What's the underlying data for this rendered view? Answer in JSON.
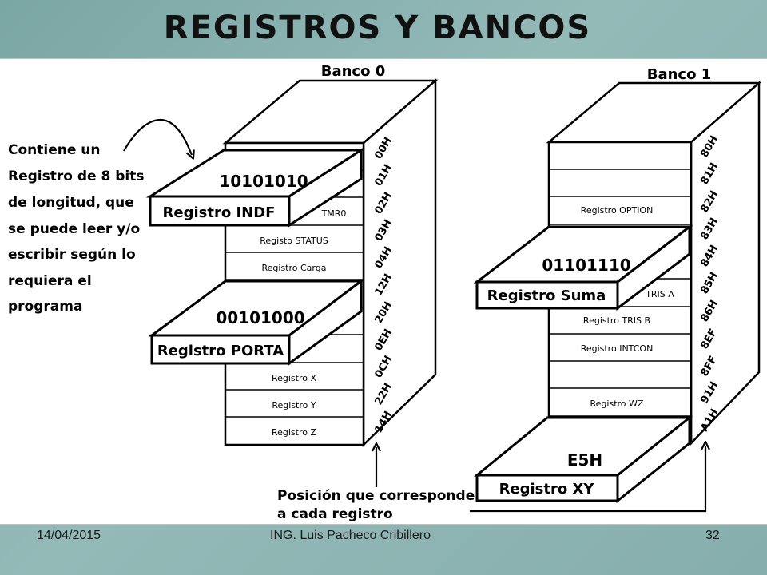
{
  "slide": {
    "title": "REGISTROS Y BANCOS",
    "footer": {
      "date": "14/04/2015",
      "author": "ING. Luis Pacheco Cribillero",
      "page": "32"
    }
  },
  "note": {
    "lines": [
      "Contiene un",
      "Registro de 8 bits",
      "de longitud, que",
      "se puede leer y/o",
      "escribir según lo",
      "requiera el",
      "programa"
    ]
  },
  "position_label": {
    "lines": [
      "Posición que corresponde",
      "a cada registro"
    ]
  },
  "bank0": {
    "title": "Banco 0",
    "rows": [
      "",
      "",
      "TMR0",
      "Registo STATUS",
      "Registro  Carga",
      "",
      "",
      "",
      "Registro X",
      "Registro Y",
      "Registro Z"
    ],
    "addresses": [
      "00H",
      "01H",
      "02H",
      "03H",
      "04H",
      "12H",
      "20H",
      "0EH",
      "0CH",
      "22H",
      "14H"
    ],
    "drawer_top": {
      "value": "10101010",
      "label": "Registro INDF"
    },
    "drawer_bottom": {
      "value": "00101000",
      "label": "Registro PORTA"
    }
  },
  "bank1": {
    "title": "Banco 1",
    "rows": [
      "",
      "",
      "Registro OPTION",
      "",
      "",
      "TRIS A",
      "Registro TRIS B",
      "Registro INTCON",
      "",
      "Registro WZ",
      ""
    ],
    "addresses": [
      "80H",
      "81H",
      "82H",
      "83H",
      "84H",
      "85H",
      "86H",
      "8EF",
      "8FF",
      "91H",
      "A1H"
    ],
    "drawer_top": {
      "value": "01101110",
      "label": "Registro Suma"
    },
    "drawer_bottom": {
      "value": "E5H",
      "label": "Registro XY"
    }
  }
}
